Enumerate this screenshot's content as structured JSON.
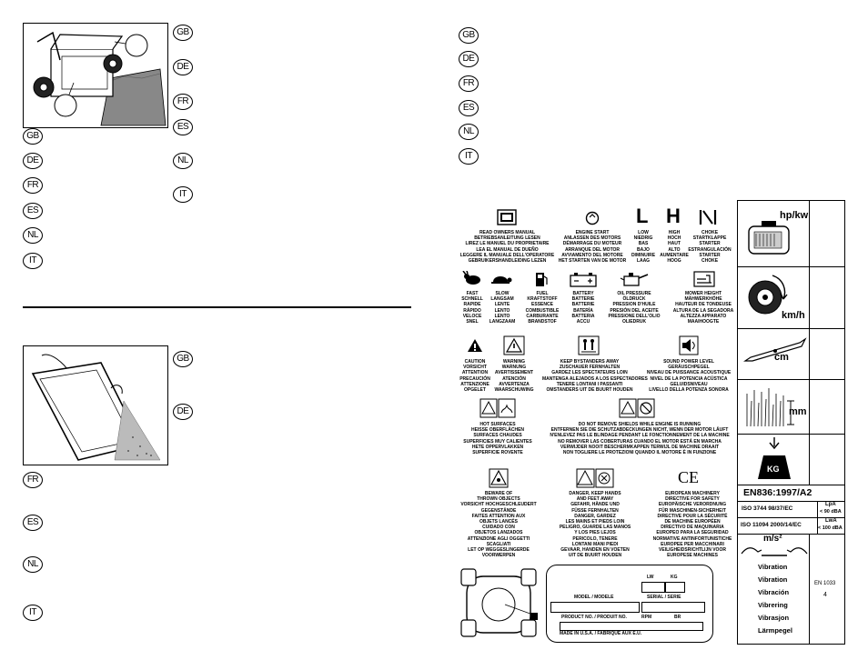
{
  "lang_codes": {
    "gb": "GB",
    "de": "DE",
    "fr": "FR",
    "es": "ES",
    "nl": "NL",
    "it": "IT"
  },
  "symbols": {
    "manual": [
      "READ OWNERS MANUAL",
      "BETRIEBSANLEITUNG LESEN",
      "LIREZ LE MANUEL DU PROPRIETAIRE",
      "LEA EL MANUAL DE DUEÑO",
      "LEGGERE IL MANUALE DELL'OPERATORE",
      "GEBRUIKERSHANDLEIDING LEZEN"
    ],
    "engine_start": [
      "ENGINE START",
      "ANLASSEN DES MOTORS",
      "DÉMARRAGE DU MOTEUR",
      "ARRANQUE DEL MOTOR",
      "AVVIAMENTO DEL MOTORE",
      "HET STARTEN VAN DE MOTOR"
    ],
    "low_letter": "L",
    "low": [
      "LOW",
      "NIEDRIG",
      "BAS",
      "BAJO",
      "DIMINUIRE",
      "LAAG"
    ],
    "high_letter": "H",
    "high": [
      "HIGH",
      "HOCH",
      "HAUT",
      "ALTO",
      "AUMENTARE",
      "HOOG"
    ],
    "choke": [
      "CHOKE",
      "STARTKLAPPE",
      "STARTER",
      "ESTRANGULACIÓN",
      "STARTER",
      "CHOKE"
    ],
    "fast": [
      "FAST",
      "SCHNELL",
      "RAPIDE",
      "RÁPIDO",
      "VELOCE",
      "SNEL"
    ],
    "slow": [
      "SLOW",
      "LANGSAM",
      "LENTE",
      "LENTO",
      "LENTO",
      "LANGZAAM"
    ],
    "fuel": [
      "FUEL",
      "KRAFTSTOFF",
      "ESSENCE",
      "COMBUSTIBLE",
      "CARBURANTE",
      "BRANDSTOF"
    ],
    "battery": [
      "BATTERY",
      "BATTERIE",
      "BATTERIE",
      "BATERÍA",
      "BATTERIA",
      "ACCU"
    ],
    "oil": [
      "OIL PRESSURE",
      "ÖLDRUCK",
      "PRESSION D'HUILE",
      "PRESIÓN DEL ACEITE",
      "PRESSIONE DELL'OLIO",
      "OLIEDRUK"
    ],
    "mower_height": [
      "MOWER HEIGHT",
      "MÄHWERKHÖHE",
      "HAUTEUR DE TONDEUSE",
      "ALTURA DE LA SEGADORA",
      "ALTEZZA APPARATO",
      "MAAIHOOGTE"
    ],
    "caution": [
      "CAUTION",
      "VORSICHT",
      "ATTENTION",
      "PRECAUCIÓN",
      "ATTENZIONE",
      "OPGELET"
    ],
    "warning": [
      "WARNING",
      "WARNUNG",
      "AVERTISSEMENT",
      "ATENCIÓN",
      "AVVERTENZA",
      "WAARSCHUWING"
    ],
    "bystanders": [
      "KEEP BYSTANDERS AWAY",
      "ZUSCHAUER FERNHALTEN",
      "GARDEZ LES SPECTATEURS LOIN",
      "MANTENGA ALEJADOS A LOS ESPECTADORES",
      "TENERE LONTANI I PASSANTI",
      "OMSTANDERS UIT DE BUURT HOUDEN"
    ],
    "sound": [
      "SOUND POWER LEVEL",
      "GERÄUSCHPEGEL",
      "NIVEAU DE PUISSANCE ACOUSTIQUE",
      "NIVEL DE LA POTENCIA ACÚSTICA",
      "GELUIDSNIVEAU",
      "LIVELLO DELLA POTENZA SONORA"
    ],
    "hot": [
      "HOT SURFACES",
      "HEISSE OBERFLÄCHEN",
      "SURFACES CHAUDES",
      "SUPERFICIES MUY CALIENTES",
      "HETE OPPERVLAKKEN",
      "SUPERFICIE ROVENTE"
    ],
    "shields": [
      "DO NOT REMOVE SHIELDS WHILE ENGINE IS RUNNING",
      "ENTFERNEN SIE DIE SCHUTZABDECKUNGEN NICHT, WENN DER MOTOR LÄUFT",
      "N'ENLEVEZ PAS LE BLINDAGE PENDANT LE FONCTIONNEMENT DE LA MACHINE",
      "NO REMOVER LAS COBERTURAS CUANDO EL MOTOR ESTÁ EN MARCHA",
      "VERWIJDER NOOIT BESCHERMKAPPEN TERWIJL DE MACHINE DRAAIT",
      "NON TOGLIERE LE PROTEZIONI QUANDO IL MOTORE È IN FUNZIONE"
    ],
    "thrown": [
      "BEWARE OF",
      "THROWN OBJECTS",
      "VORSICHT HOCHGESCHLEUDERT",
      "GEGENSTÄNDE",
      "FAITES ATTENTION AUX",
      "OBJETS LANCÉS",
      "CUIDADO CON",
      "OBJETOS LANZADOS",
      "ATTENZIONE AGLI OGGETTI",
      "SCAGLIATI",
      "LET OP WEGGESLINGERDE",
      "VOORWERPEN"
    ],
    "hands": [
      "DANGER, KEEP HANDS",
      "AND FEET AWAY",
      "GEFAHR, HÄNDE UND",
      "FÜSSE FERNHALTEN",
      "DANGER, GARDEZ",
      "LES MAINS ET PIEDS LOIN",
      "PELIGRO, GUARDE LAS MANOS",
      "Y LOS PIES LEJOS",
      "PERICOLO, TENERE",
      "LONTANI MANI PIEDI",
      "GEVAAR, HANDEN EN VOETEN",
      "UIT DE BUURT HOUDEN"
    ],
    "eu": [
      "EUROPEAN MACHINERY",
      "DIRECTIVE FOR SAFETY",
      "EUROPÄISCHE VERORDNUNG",
      "FÜR MASCHINEN-SICHERHEIT",
      "DIRECTIVE POUR LA SÉCURITÉ",
      "DE MACHINE EUROPÉEN",
      "DIRECTIVO DE MAQUINARIA",
      "EUROPEO PARA LA SEGURIDAD",
      "NORMATIVE ANTINFORTUNISTICHE",
      "EUROPEE PER MACCHINARI",
      "VEILIGHEIDSRICHTLIJN VOOR",
      "EUROPESE MACHINES"
    ],
    "ce": "CE"
  },
  "plate": {
    "lw": "LW",
    "kg": "KG",
    "model": "MODEL / MODELE",
    "serial": "SERIAL / SERIE",
    "product": "PRODUCT NO. / PRODUIT NO.",
    "rpm": "RPM",
    "br": "BR",
    "made": "MADE IN U.S.A. / FABRIQUE AUX E.U."
  },
  "spec_table": {
    "hpkw": "hp/kw",
    "kmh": "km/h",
    "cm": "cm",
    "mm": "mm",
    "kg": "KG",
    "standard": "EN836:1997/A2",
    "iso3744": "ISO 3744   98/37/EC",
    "lpa_label": "LpA",
    "lpa_value": "< 90 dBA",
    "iso11094": "ISO 11094 2000/14/EC",
    "lwa_label": "LwA",
    "lwa_value": "< 100 dBA",
    "ms2": "m/s²",
    "vibration": [
      "Vibration",
      "Vibration",
      "Vibración",
      "Vibrering",
      "Vibrasjon",
      "Lärmpegel"
    ],
    "en1033": "EN 1033",
    "value": "4"
  }
}
